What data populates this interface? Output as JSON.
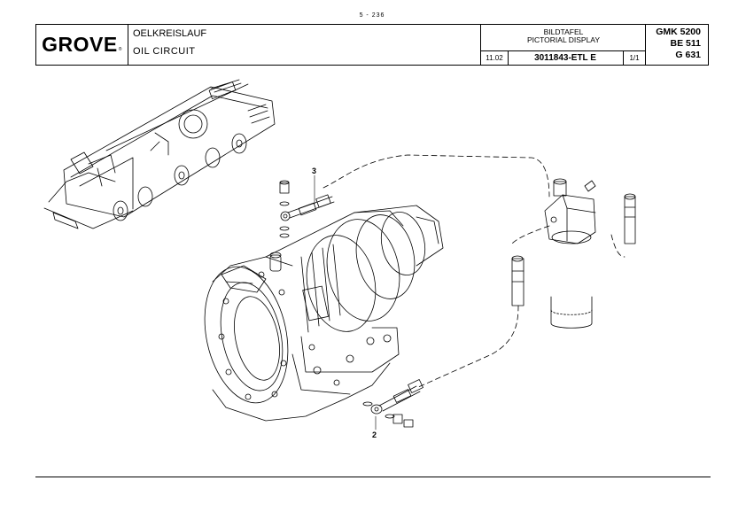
{
  "page_ref": "5 - 236",
  "logo": {
    "brand": "GROVE",
    "mark": "®"
  },
  "title": {
    "german": "OELKREISLAUF",
    "english": "OIL CIRCUIT"
  },
  "board": {
    "label_german": "BILDTAFEL",
    "label_english": "PICTORIAL DISPLAY",
    "date": "11.02",
    "part_number": "3011843-ETL E",
    "sheet": "1/1"
  },
  "models": [
    "GMK 5200",
    "BE 511",
    "G 631"
  ],
  "callouts": {
    "hose_top": "3",
    "hose_bottom": "2"
  }
}
